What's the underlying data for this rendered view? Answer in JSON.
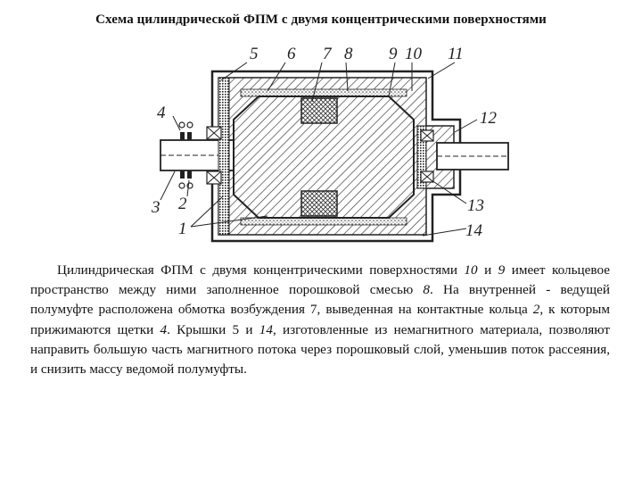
{
  "title": "Схема цилиндрической ФПМ с двумя концентрическими поверхностями",
  "figure": {
    "callouts": [
      "5",
      "6",
      "7",
      "8",
      "9",
      "10",
      "11",
      "4",
      "12",
      "3",
      "2",
      "13",
      "1",
      "14"
    ]
  },
  "paragraph": {
    "s1": "Цилиндрическая ФПМ с двумя концентрическими поверхностями ",
    "n10": "10",
    "s2": " и ",
    "n9": "9",
    "s3": " имеет кольцевое пространство между ними заполненное порошковой смесью ",
    "n8": "8",
    "s4": ". На внутренней - ведущей полумуфте расположена обмотка возбуждения 7, выведенная на контактные кольца ",
    "n2": "2",
    "s5": ", к которым прижимаются щетки ",
    "n4": "4",
    "s6": ". Крышки 5 и ",
    "n14": "14",
    "s7": ", изготовленные из немагнитного материала, позволяют направить большую часть магнитного потока через порошковый слой, уменьшив поток рассеяния, и снизить массу ведомой полумуфты."
  }
}
